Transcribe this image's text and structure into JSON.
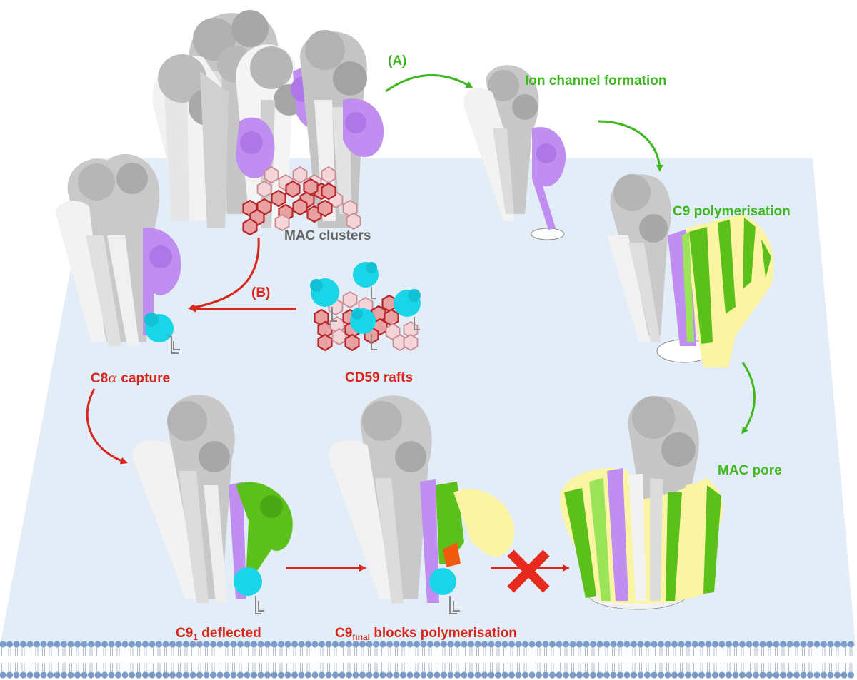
{
  "labels": {
    "step_a": "(A)",
    "ion_channel": "Ion channel formation",
    "c9_polymerisation": "C9 polymerisation",
    "mac_pore": "MAC pore",
    "mac_clusters": "MAC clusters",
    "step_b": "(B)",
    "cd59_rafts": "CD59 rafts",
    "c8_capture_prefix": "C8",
    "c8_capture_greek": "α",
    "c8_capture_suffix": " capture",
    "c9_deflected_prefix": "C9",
    "c9_deflected_sub": "1",
    "c9_deflected_suffix": " deflected",
    "c9_final_prefix": "C9",
    "c9_final_sub": "final",
    "c9_final_suffix": " blocks polymerisation"
  },
  "colors": {
    "membrane_plane": "#e2edf8",
    "membrane_heads": "#7c9cc8",
    "grey_protein": "#b4b4b4",
    "white_protein": "#f2f2f2",
    "c6_purple": "#c08ef0",
    "cd59_cyan": "#18d6e8",
    "c9_green": "#5cc01a",
    "c9_yellow": "#fbf4a3",
    "c9_orange": "#f25a10",
    "raft_red": "#c0282a",
    "pathway_a": "#3db81f",
    "pathway_b": "#d8261b",
    "block_cross": "#e62b1e"
  },
  "icons": [
    "block-cross-icon",
    "lipid-bilayer-icon"
  ]
}
